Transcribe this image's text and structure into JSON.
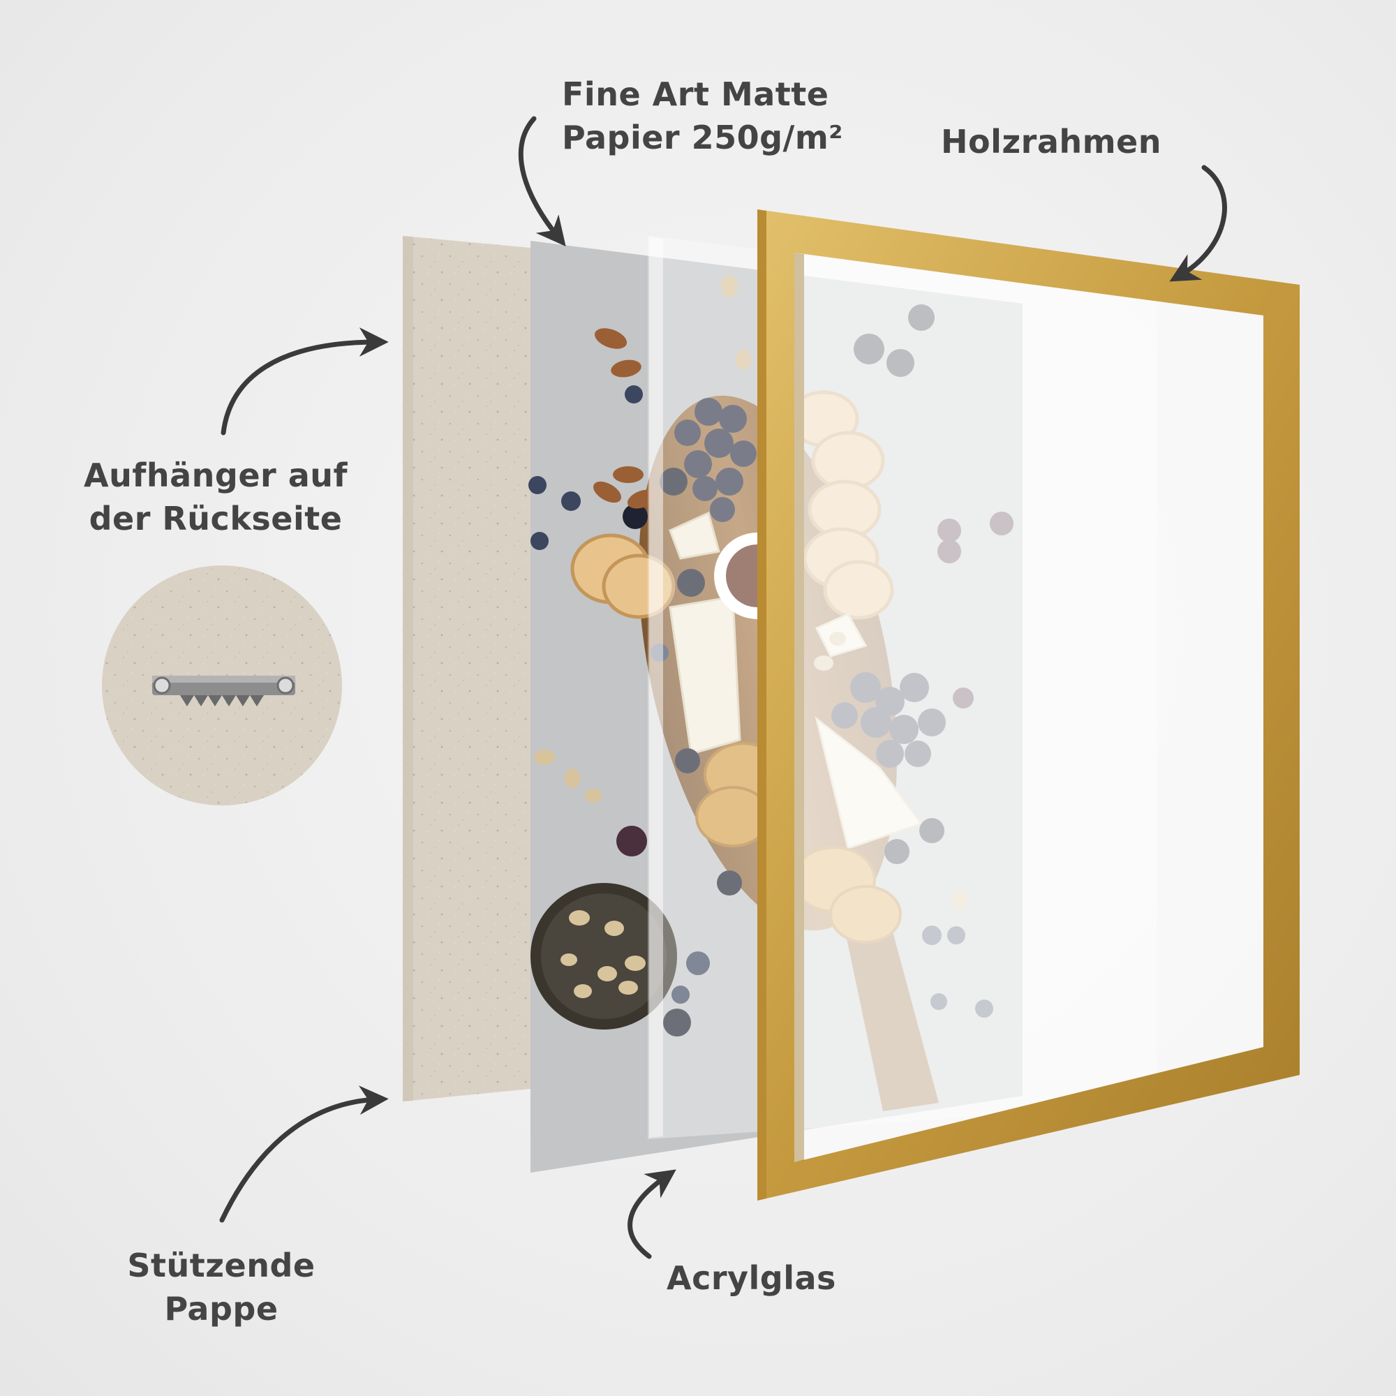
{
  "labels": {
    "hanger": {
      "line1": "Aufhänger auf",
      "line2": "der Rückseite"
    },
    "paper": {
      "line1": "Fine Art Matte",
      "line2": "Papier 250g/m²"
    },
    "frame": "Holzrahmen",
    "backing": {
      "line1": "Stützende",
      "line2": "Pappe"
    },
    "acrylic": "Acrylglas"
  },
  "colors": {
    "text": "#444444",
    "arrow": "#3a3a3a",
    "cardboard": "#d9d1c4",
    "paper_bg": "#c6c8ca",
    "frame_gold": "#c9a24a",
    "board_wood": "#9c7244",
    "grape": "#33374a",
    "bread": "#e8c48c"
  },
  "icons": [
    "curved-arrow-icon",
    "sawtooth-hanger-icon"
  ]
}
